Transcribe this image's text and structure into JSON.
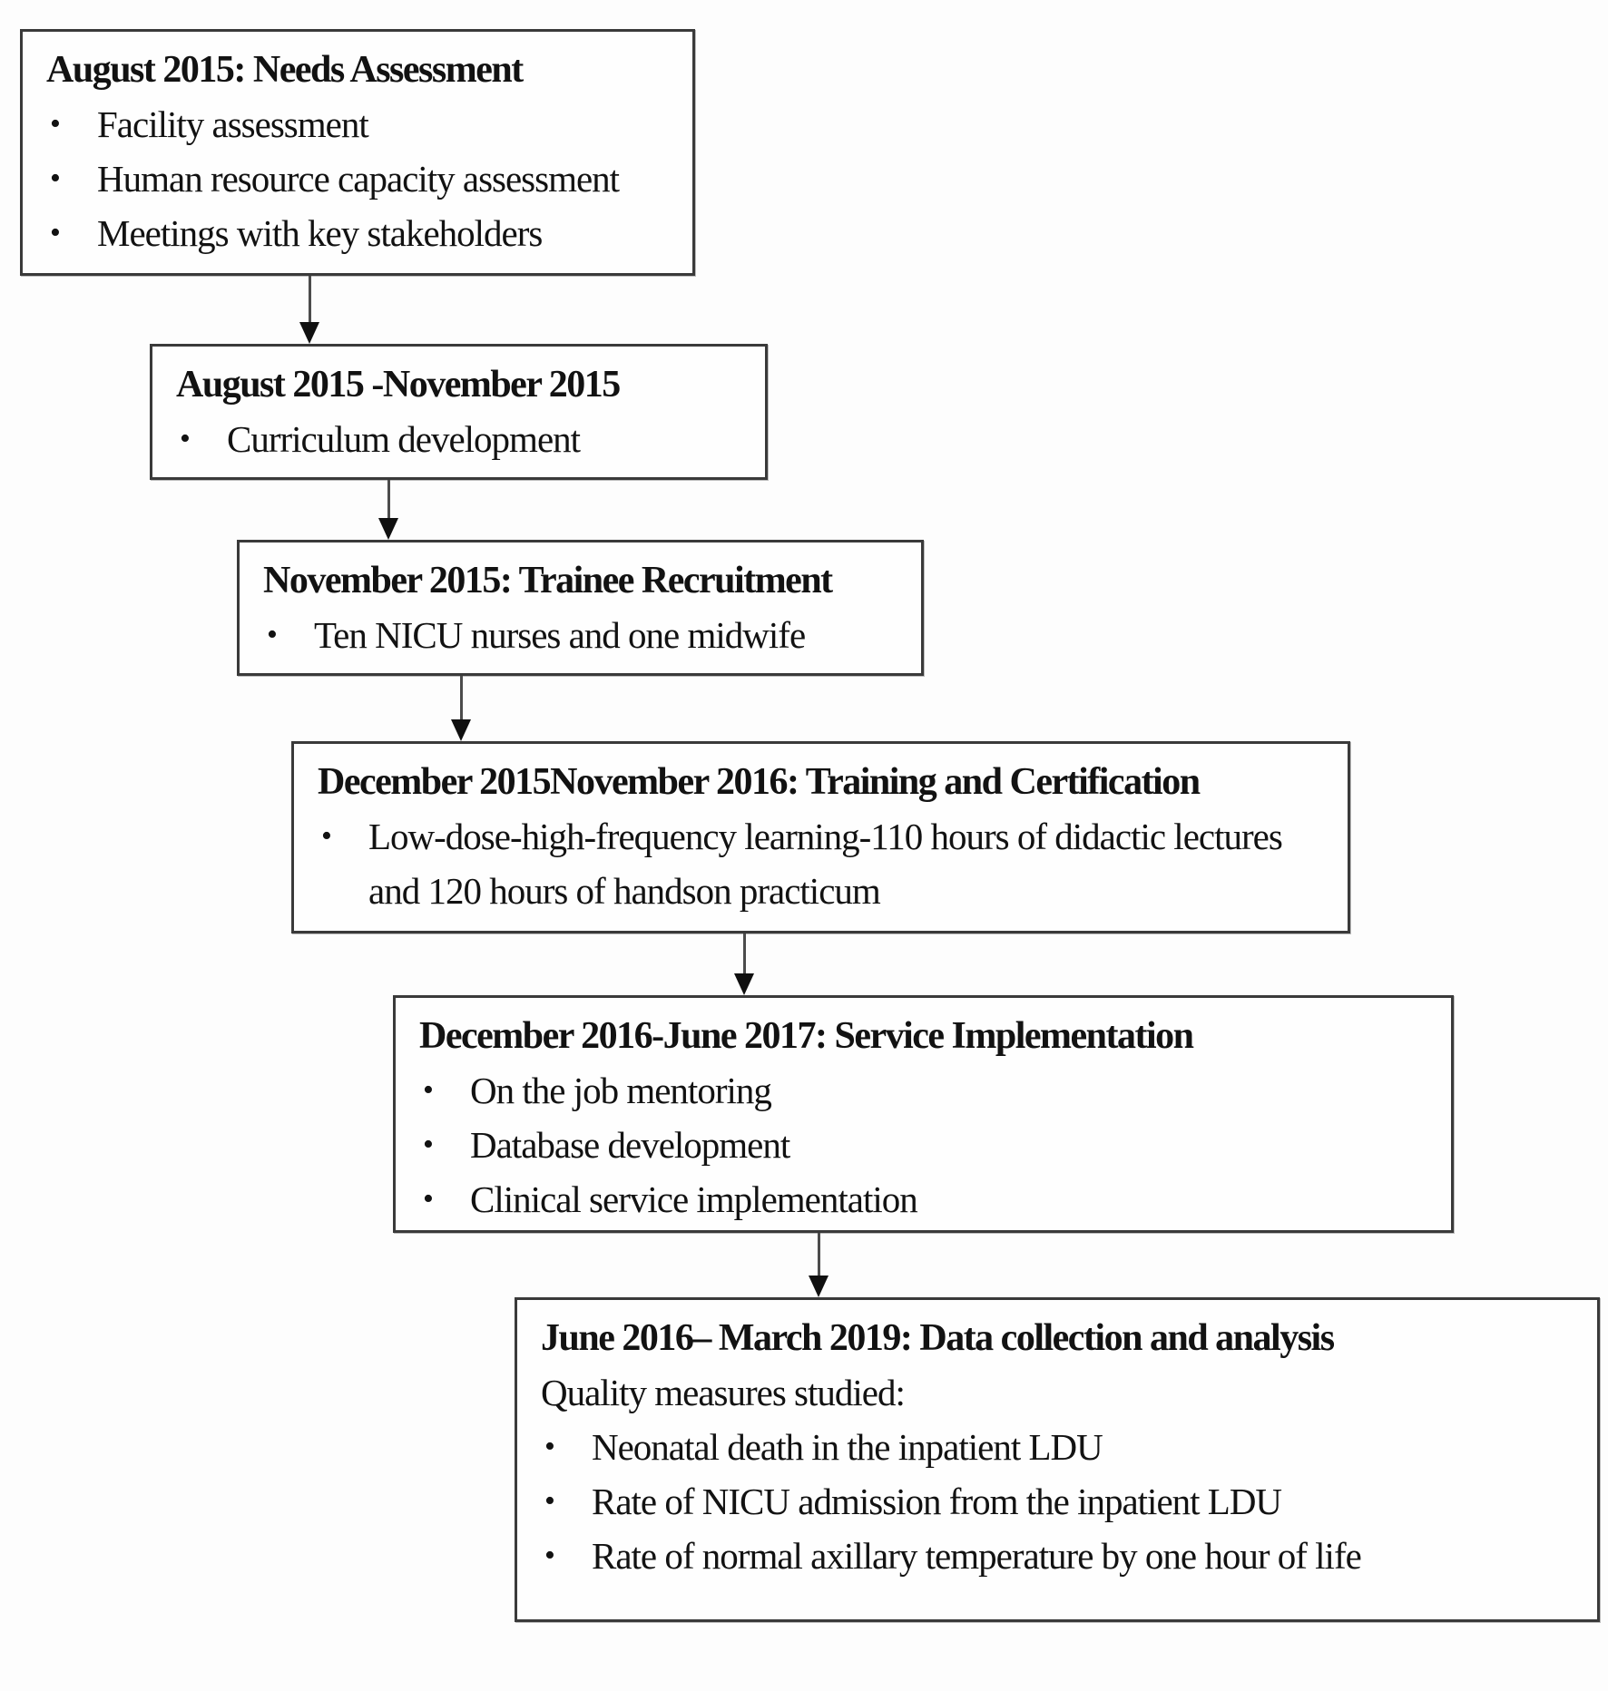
{
  "figure": {
    "bullet_glyph": "•",
    "colors": {
      "background": "#fdfdfd",
      "box_fill": "#fefefe",
      "box_border": "#3a3a3a",
      "text": "#121212",
      "arrow": "#101010"
    },
    "boxes": [
      {
        "title": "August 2015: Needs Assessment",
        "bullets": [
          "Facility assessment",
          "Human resource capacity assessment",
          "Meetings with key stakeholders"
        ]
      },
      {
        "title": "August 2015 -November 2015",
        "bullets": [
          "Curriculum development"
        ]
      },
      {
        "title": "November 2015: Trainee Recruitment",
        "bullets": [
          "Ten NICU nurses and one midwife"
        ]
      },
      {
        "title": "December 2015November 2016: Training and Certification",
        "bullets": [
          "Low-dose-high-frequency learning-110 hours of didactic lectures and 120 hours of handson practicum"
        ]
      },
      {
        "title": "December 2016-June 2017: Service Implementation",
        "bullets": [
          "On the job mentoring",
          "Database development",
          "Clinical service implementation"
        ]
      },
      {
        "title": "June 2016– March 2019: Data collection and analysis",
        "subtitle": "Quality measures studied:",
        "bullets": [
          "Neonatal death in the inpatient LDU",
          "Rate of NICU admission from the inpatient LDU",
          "Rate of normal axillary temperature by one hour of life"
        ]
      }
    ]
  }
}
